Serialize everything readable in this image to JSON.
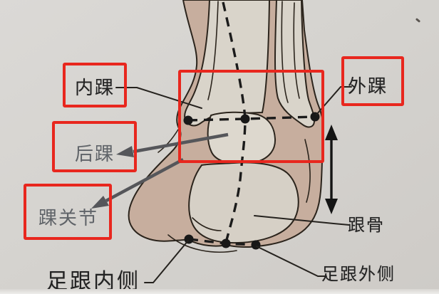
{
  "figure_labels": {
    "medial_malleolus": "内踝",
    "lateral_malleolus": "外踝",
    "posterior_malleolus": "后踝",
    "ankle_joint": "踝关节",
    "calcaneus": "跟骨",
    "heel_medial": "足跟内侧",
    "heel_lateral": "足跟外侧"
  },
  "colors": {
    "highlight_box_red": "#e8271e",
    "background_gray": "#d5d3cf",
    "skin_tan": "#c7ae9e",
    "bone_beige": "#d9d4ca",
    "outline_dark": "#2b241c",
    "dashed_line_black": "#1b1b1b",
    "annotation_arrow_gray": "#55565a",
    "label_text_dark": "#222222",
    "label_text_gray": "#5f6368"
  }
}
